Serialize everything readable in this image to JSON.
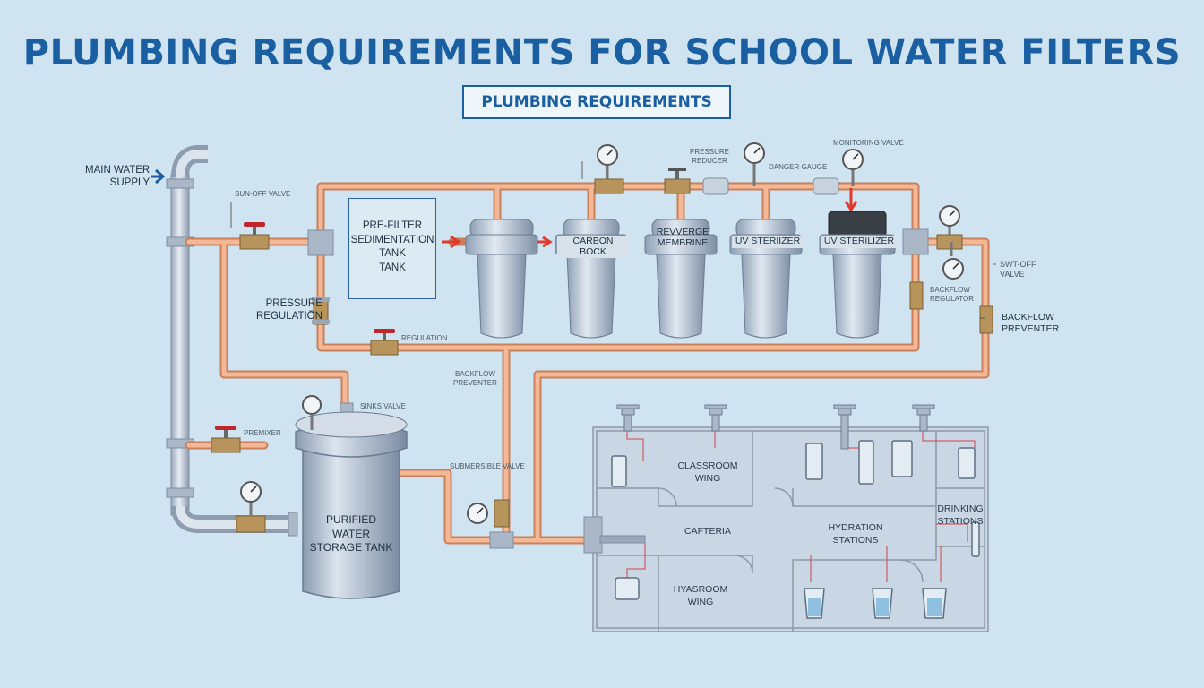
{
  "title": "PLUMBING REQUIREMENTS FOR SCHOOL WATER FILTERS",
  "subtitle": "PLUMBING REQUIREMENTS",
  "labels": {
    "main_water_supply": "MAIN WATER\nSUPPLY",
    "shutoff_valve_top": "SUN-OFF VALVE",
    "pressure_regulation": "PRESSURE\nREGULATION",
    "regulation": "REGULATION",
    "pressure_reducer": "PRESSURE\nREDUCER",
    "pressure_gauge": "DANGER GAUGE",
    "monitoring_valve": "MONITORING VALVE",
    "backflow_preventer_mid": "BACKFLOW\nPREVENTER",
    "premix": "PREMIXER",
    "sinks_valve": "SINKS VALVE",
    "submersible_valve": "SUBMERSIBLE VALVE",
    "shutoff_valve_right": "SWT-OFF\nVALVE",
    "backflow_regulator": "BACKFLOW\nREGULATOR",
    "backflow_preventer": "BACKFLOW\nPREVENTER"
  },
  "prefilter": "PRE-FILTER\nSEDIMENTATION\nTANK\nTANK",
  "filters": [
    {
      "label": "CARBON BOCK"
    },
    {
      "label": "REVVERGE\nMEMBRINE"
    },
    {
      "label": "UV STERIIZER"
    },
    {
      "label": "UV STERILIZER"
    }
  ],
  "storage_tank": "PURIFIED\nWATER\nSTORAGE TANK",
  "rooms": {
    "classroom_wing": "CLASSROOM\nWING",
    "cafeteria": "CAFTERIA",
    "hydration_stations": "HYDRATION\nSTATIONS",
    "drinking_stations": "DRINKING\nSTATIONS",
    "washroom_wing": "HYASROOM\nWING"
  },
  "colors": {
    "title": "#1b5fa3",
    "copper_pipe": "#f0a882",
    "copper_edge": "#c9805a",
    "steel_pipe": "#b9c6d4",
    "background": "#cfe3f0",
    "flow_arrow": "#e03a2e"
  }
}
